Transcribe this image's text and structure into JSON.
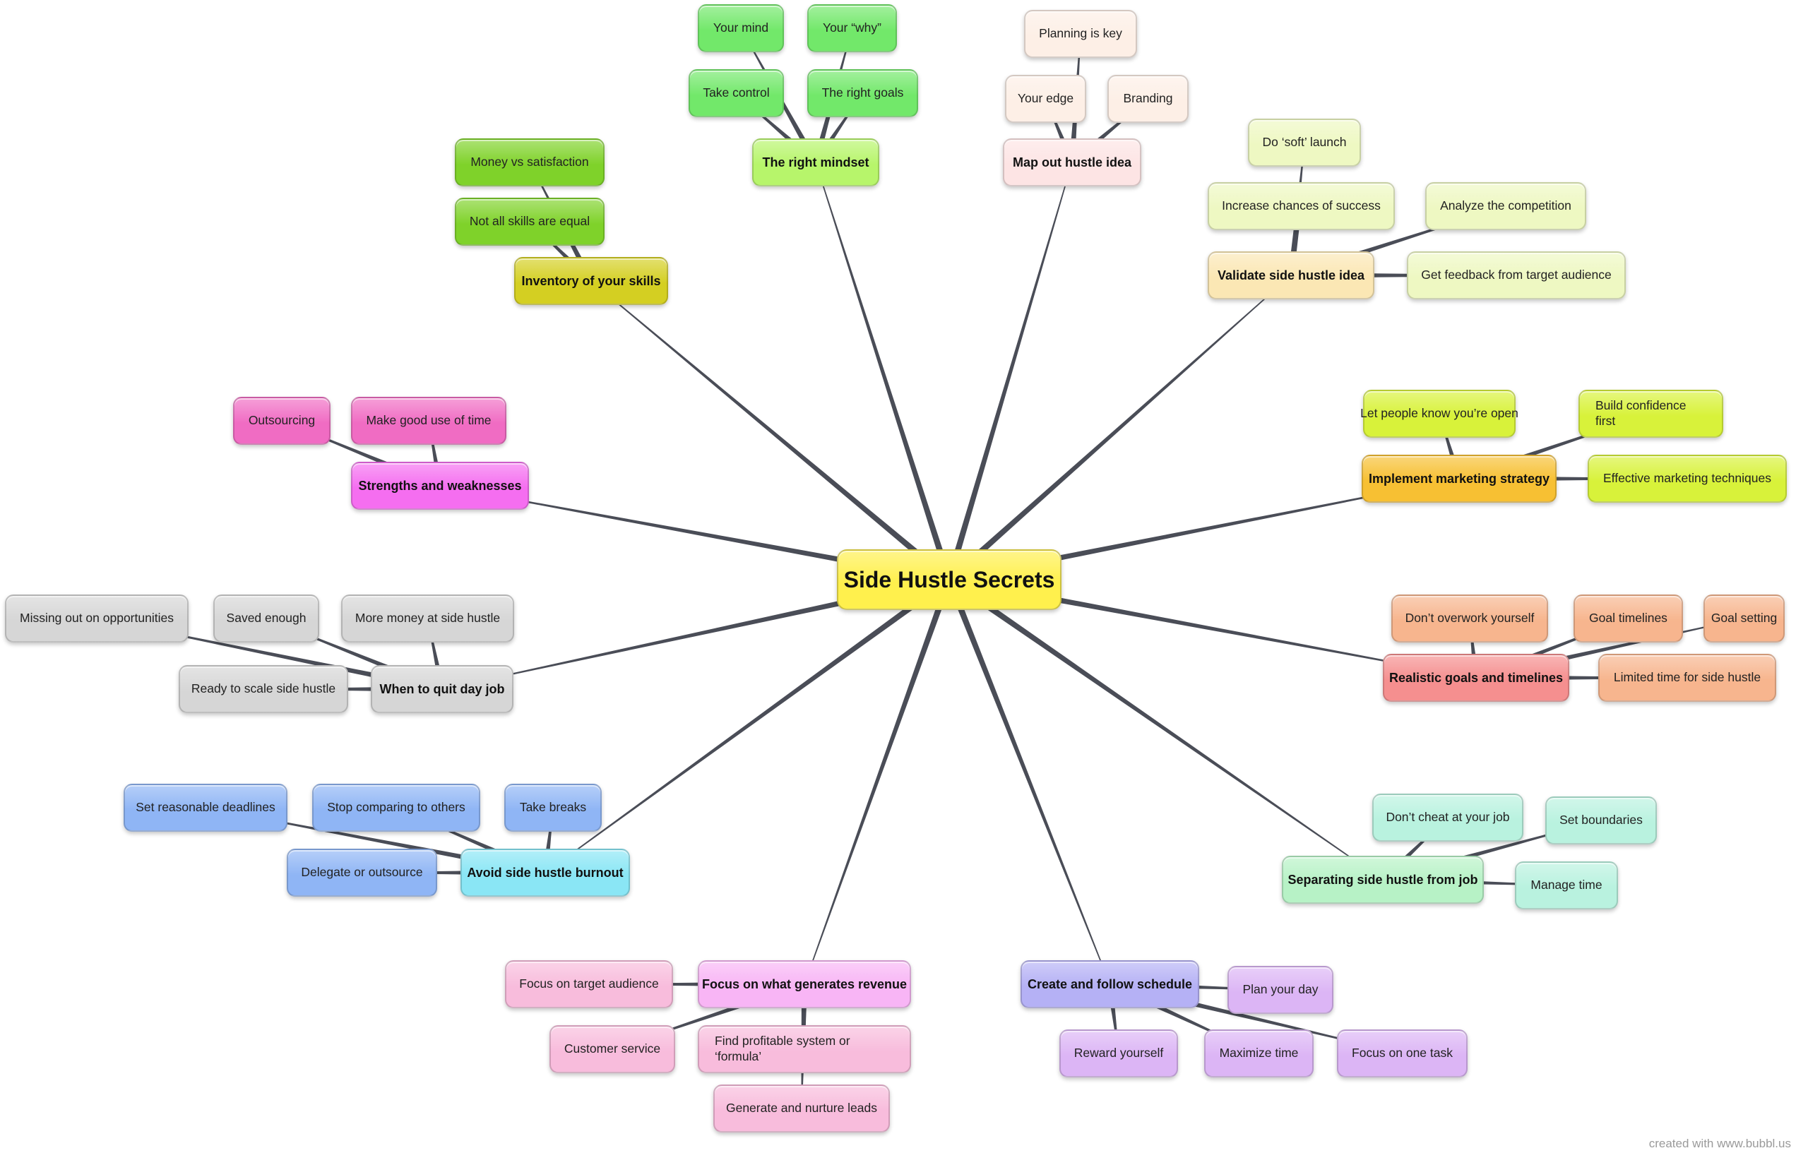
{
  "root": {
    "label": "Side Hustle Secrets",
    "color": "#fff04d"
  },
  "credit": "created with www.bubbl.us",
  "branches": [
    {
      "id": "mindset",
      "label": "The right mindset",
      "color": "#b7f56b",
      "children": [
        {
          "id": "your-mind",
          "label": "Your mind",
          "color": "#72e86a"
        },
        {
          "id": "your-why",
          "label": "Your “why”",
          "color": "#72e86a"
        },
        {
          "id": "take-control",
          "label": "Take control",
          "color": "#72e86a"
        },
        {
          "id": "right-goals",
          "label": "The right goals",
          "color": "#72e86a"
        }
      ]
    },
    {
      "id": "map-out",
      "label": "Map out hustle idea",
      "color": "#fde4e4",
      "children": [
        {
          "id": "planning",
          "label": "Planning is key",
          "color": "#fdefe6"
        },
        {
          "id": "your-edge",
          "label": "Your edge",
          "color": "#fdefe6"
        },
        {
          "id": "branding",
          "label": "Branding",
          "color": "#fdefe6"
        }
      ]
    },
    {
      "id": "validate",
      "label": "Validate side hustle idea",
      "color": "#fbe7b4",
      "children": [
        {
          "id": "soft-launch",
          "label": "Do ‘soft’ launch",
          "color": "#eef8c2"
        },
        {
          "id": "increase",
          "label": "Increase chances of success",
          "color": "#eef8c2"
        },
        {
          "id": "analyze",
          "label": "Analyze the competition",
          "color": "#eef8c2"
        },
        {
          "id": "feedback",
          "label": "Get feedback from target audience",
          "color": "#eef8c2"
        }
      ]
    },
    {
      "id": "marketing",
      "label": "Implement marketing strategy",
      "color": "#f7c033",
      "children": [
        {
          "id": "let-people",
          "label": "Let people know you’re open",
          "color": "#d8f23a"
        },
        {
          "id": "confidence",
          "label": "Build confidence first",
          "color": "#d8f23a"
        },
        {
          "id": "effective",
          "label": "Effective marketing techniques",
          "color": "#d8f23a"
        }
      ]
    },
    {
      "id": "realistic",
      "label": "Realistic goals and timelines",
      "color": "#f58f8f",
      "children": [
        {
          "id": "overwork",
          "label": "Don’t overwork yourself",
          "color": "#f7b58e"
        },
        {
          "id": "goal-timelines",
          "label": "Goal timelines",
          "color": "#f7b58e"
        },
        {
          "id": "goal-setting",
          "label": "Goal setting",
          "color": "#f7b58e"
        },
        {
          "id": "limited-time",
          "label": "Limited time for side hustle",
          "color": "#f7b58e"
        }
      ]
    },
    {
      "id": "separating",
      "label": "Separating side hustle from job",
      "color": "#b7f2c6",
      "children": [
        {
          "id": "cheat",
          "label": "Don’t cheat at your job",
          "color": "#b9f2df"
        },
        {
          "id": "boundaries",
          "label": "Set boundaries",
          "color": "#b9f2df"
        },
        {
          "id": "manage-time",
          "label": "Manage time",
          "color": "#b9f2df"
        }
      ]
    },
    {
      "id": "schedule",
      "label": "Create and follow schedule",
      "color": "#b5b1f5",
      "children": [
        {
          "id": "plan-day",
          "label": "Plan your day",
          "color": "#dcb5f5"
        },
        {
          "id": "reward",
          "label": "Reward yourself",
          "color": "#dcb5f5"
        },
        {
          "id": "maximize",
          "label": "Maximize time",
          "color": "#dcb5f5"
        },
        {
          "id": "focus-task",
          "label": "Focus on one task",
          "color": "#dcb5f5"
        }
      ]
    },
    {
      "id": "revenue",
      "label": "Focus on what generates revenue",
      "color": "#f8b5f5",
      "children": [
        {
          "id": "target-aud",
          "label": "Focus on target audience",
          "color": "#f8bcdc"
        },
        {
          "id": "customer",
          "label": "Customer service",
          "color": "#f8bcdc"
        },
        {
          "id": "profitable",
          "label": "Find profitable system or ‘formula’",
          "color": "#f8bcdc"
        },
        {
          "id": "leads",
          "label": "Generate and nurture leads",
          "color": "#f8bcdc"
        }
      ]
    },
    {
      "id": "burnout",
      "label": "Avoid side hustle burnout",
      "color": "#8ae6f5",
      "children": [
        {
          "id": "deadlines",
          "label": "Set reasonable deadlines",
          "color": "#8fb5f5"
        },
        {
          "id": "comparing",
          "label": "Stop comparing to others",
          "color": "#8fb5f5"
        },
        {
          "id": "breaks",
          "label": "Take breaks",
          "color": "#8fb5f5"
        },
        {
          "id": "delegate",
          "label": "Delegate or outsource",
          "color": "#8fb5f5"
        }
      ]
    },
    {
      "id": "quit",
      "label": "When to quit day job",
      "color": "#d6d6d6",
      "children": [
        {
          "id": "missing",
          "label": "Missing out on opportunities",
          "color": "#d6d6d6"
        },
        {
          "id": "saved",
          "label": "Saved enough",
          "color": "#d6d6d6"
        },
        {
          "id": "more-money",
          "label": "More money at side hustle",
          "color": "#d6d6d6"
        },
        {
          "id": "scale",
          "label": "Ready to scale side hustle",
          "color": "#d6d6d6"
        }
      ]
    },
    {
      "id": "strengths",
      "label": "Strengths and weaknesses",
      "color": "#f56ef0",
      "children": [
        {
          "id": "outsourcing",
          "label": "Outsourcing",
          "color": "#f06cc3"
        },
        {
          "id": "good-use",
          "label": "Make good use of time",
          "color": "#f06cc3"
        }
      ]
    },
    {
      "id": "inventory",
      "label": "Inventory of your skills",
      "color": "#d4cf22",
      "children": [
        {
          "id": "money-vs",
          "label": "Money vs satisfaction",
          "color": "#7fd22a"
        },
        {
          "id": "not-all",
          "label": "Not all skills are equal",
          "color": "#7fd22a"
        }
      ]
    }
  ]
}
